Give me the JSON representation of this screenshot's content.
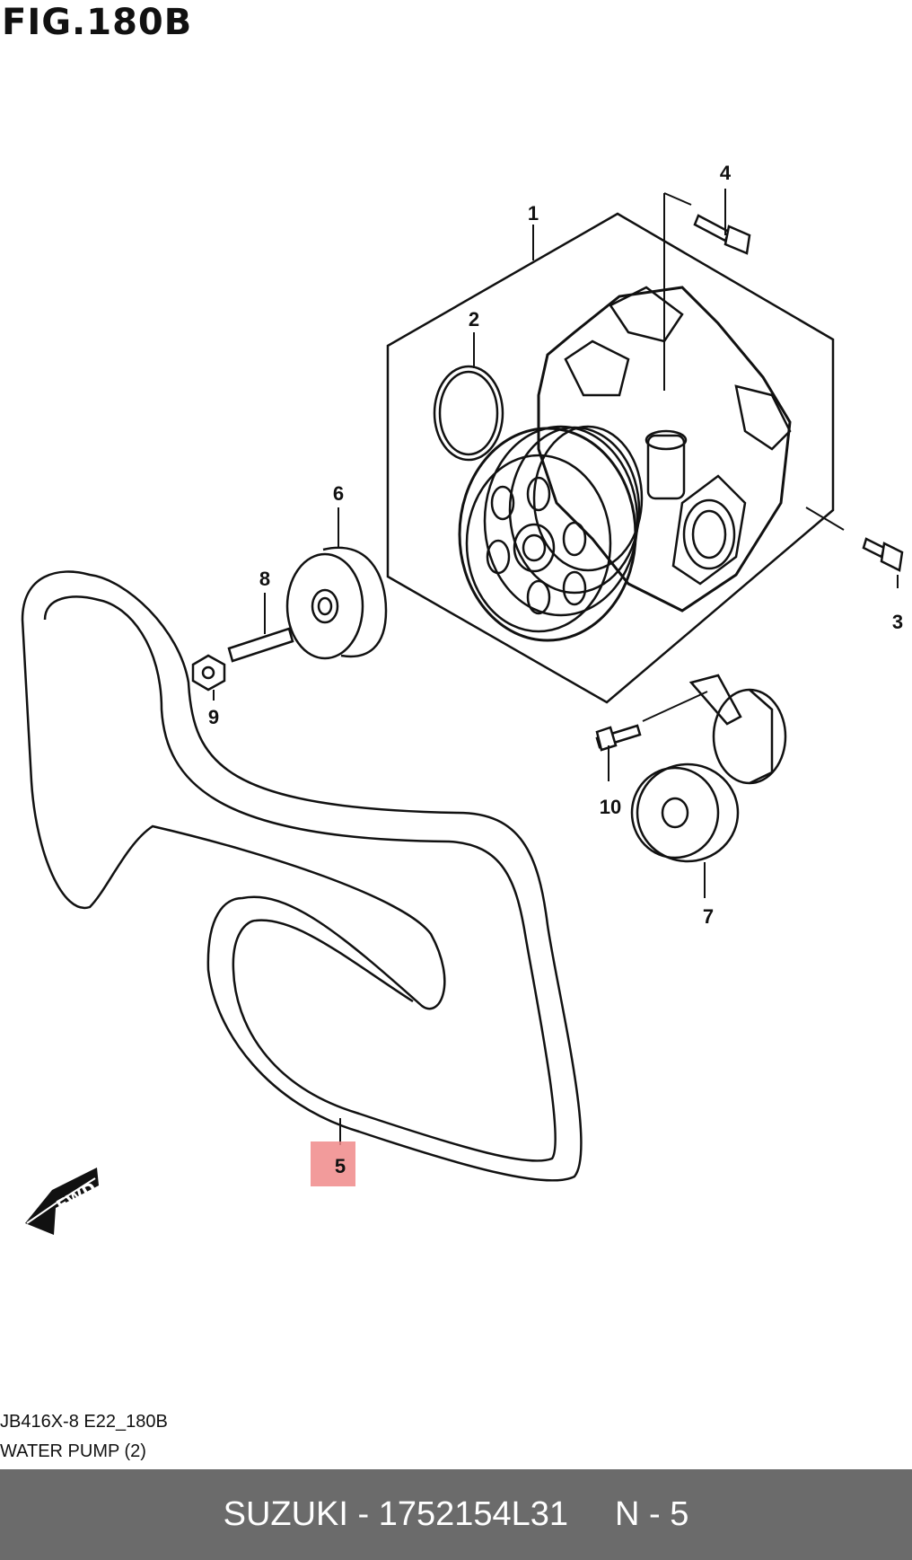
{
  "figure": {
    "title": "FIG.180B",
    "callouts": [
      {
        "id": "1",
        "label": "1"
      },
      {
        "id": "2",
        "label": "2"
      },
      {
        "id": "3",
        "label": "3"
      },
      {
        "id": "4",
        "label": "4"
      },
      {
        "id": "5",
        "label": "5",
        "highlighted": true
      },
      {
        "id": "6",
        "label": "6"
      },
      {
        "id": "7",
        "label": "7"
      },
      {
        "id": "8",
        "label": "8"
      },
      {
        "id": "9",
        "label": "9"
      },
      {
        "id": "10",
        "label": "10"
      }
    ],
    "fwd_label": "FWD",
    "highlight_color": "#f08a8a"
  },
  "caption": {
    "code": "JB416X-8 E22_180B",
    "name": "WATER PUMP (2)"
  },
  "footer": {
    "part": "SUZUKI - 1752154L31",
    "ref": "N - 5",
    "background": "#6b6b6b"
  }
}
